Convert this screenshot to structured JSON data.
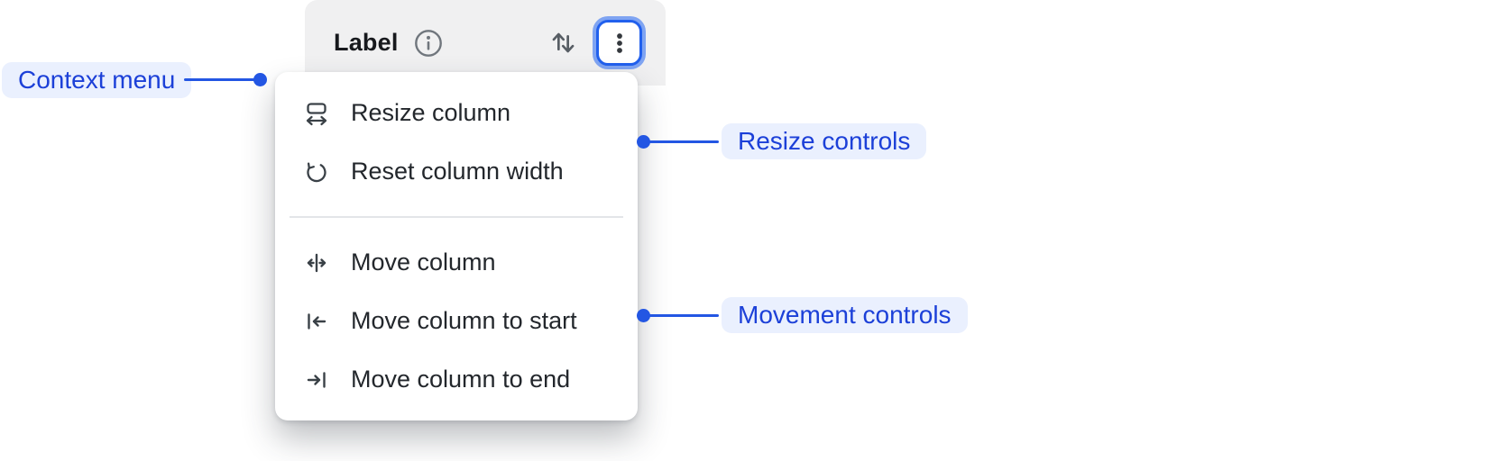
{
  "header": {
    "label": "Label",
    "icons": [
      "info-icon",
      "sort-arrows-icon",
      "kebab-menu-icon"
    ]
  },
  "menu": {
    "groups": [
      {
        "name": "resize-controls",
        "items": [
          {
            "icon": "resize-column-icon",
            "label": "Resize column"
          },
          {
            "icon": "reset-column-width-icon",
            "label": "Reset column width"
          }
        ]
      },
      {
        "name": "movement-controls",
        "items": [
          {
            "icon": "move-column-icon",
            "label": "Move column"
          },
          {
            "icon": "move-column-to-start-icon",
            "label": "Move column to start"
          },
          {
            "icon": "move-column-to-end-icon",
            "label": "Move column to end"
          }
        ]
      }
    ]
  },
  "annotations": {
    "context_menu": "Context menu",
    "resize_controls": "Resize controls",
    "movement_controls": "Movement controls"
  },
  "colors": {
    "accent": "#2356e3",
    "pill_bg": "#eaf0fe",
    "pill_text": "#1c40d8",
    "header_bg": "#f0f0f1",
    "header_text": "#17191d",
    "menu_text": "#23272c",
    "icon_gray": "#3a4147",
    "icon_muted": "#70767d",
    "sort_icon": "#575d64",
    "divider": "#e3e5e8",
    "focus_border": "#2160ed",
    "focus_ring": "#7fa4f2",
    "dot_color": "#34383d"
  }
}
